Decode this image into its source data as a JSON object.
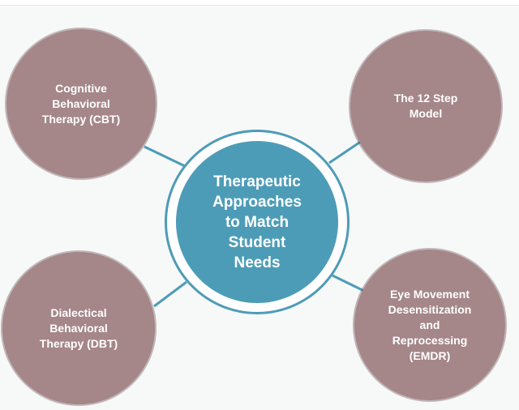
{
  "center": {
    "label": "Therapeutic\nApproaches\nto Match\nStudent\nNeeds"
  },
  "nodes": {
    "cbt": {
      "label": "Cognitive\nBehavioral\nTherapy (CBT)"
    },
    "twelve_step": {
      "label": "The 12 Step\nModel"
    },
    "dbt": {
      "label": "Dialectical\nBehavioral\nTherapy (DBT)"
    },
    "emdr": {
      "label": "Eye Movement\nDesensitization\nand\nReprocessing\n(EMDR)"
    }
  },
  "colors": {
    "node_fill": "#a58689",
    "hub_fill": "#4d9cb7",
    "connector": "#4d9cb7",
    "background": "#f7f8f8"
  }
}
